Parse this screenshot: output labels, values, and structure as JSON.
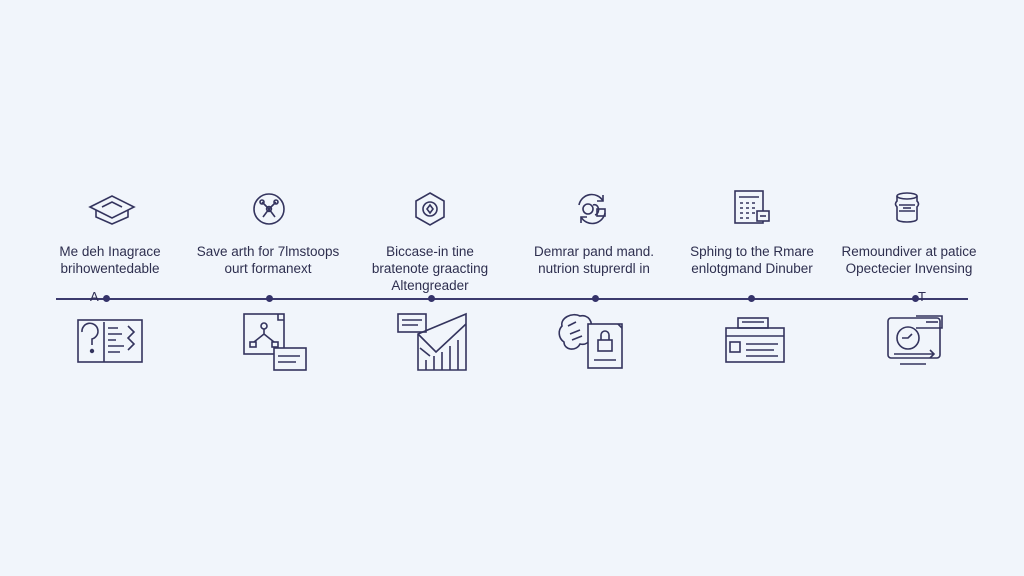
{
  "timeline": {
    "start_marker": "A",
    "end_marker": "T",
    "milestones": [
      {
        "line1": "Me deh Inagrace",
        "line2": "brihowentedable",
        "line3": "",
        "top_icon": "graduation-cap-icon",
        "bottom_icon": "document-question-icon"
      },
      {
        "line1": "Save arth for 7lmstoops",
        "line2": "ourt formanext",
        "line3": "",
        "top_icon": "network-circle-icon",
        "bottom_icon": "flowchart-document-icon"
      },
      {
        "line1": "Biccase-in tine",
        "line2": "bratenote graacting",
        "line3": "Altengreader",
        "top_icon": "hexagon-badge-icon",
        "bottom_icon": "envelope-chart-icon"
      },
      {
        "line1": "Demrar pand mand.",
        "line2": "nutrion stuprerdl in",
        "line3": "",
        "top_icon": "recycle-brain-icon",
        "bottom_icon": "lock-document-icon"
      },
      {
        "line1": "Sphing to the Rmare",
        "line2": "enlotgmand Dinuber",
        "line3": "",
        "top_icon": "calendar-grid-icon",
        "bottom_icon": "printer-form-icon"
      },
      {
        "line1": "Remoundiver at patice",
        "line2": "Opectecier Invensing",
        "line3": "",
        "top_icon": "jar-icon",
        "bottom_icon": "gauge-panel-icon"
      }
    ]
  },
  "colors": {
    "background": "#f1f5fb",
    "line": "#3c3a6e",
    "icon_stroke": "#34345e",
    "text": "#2e2f4f"
  }
}
